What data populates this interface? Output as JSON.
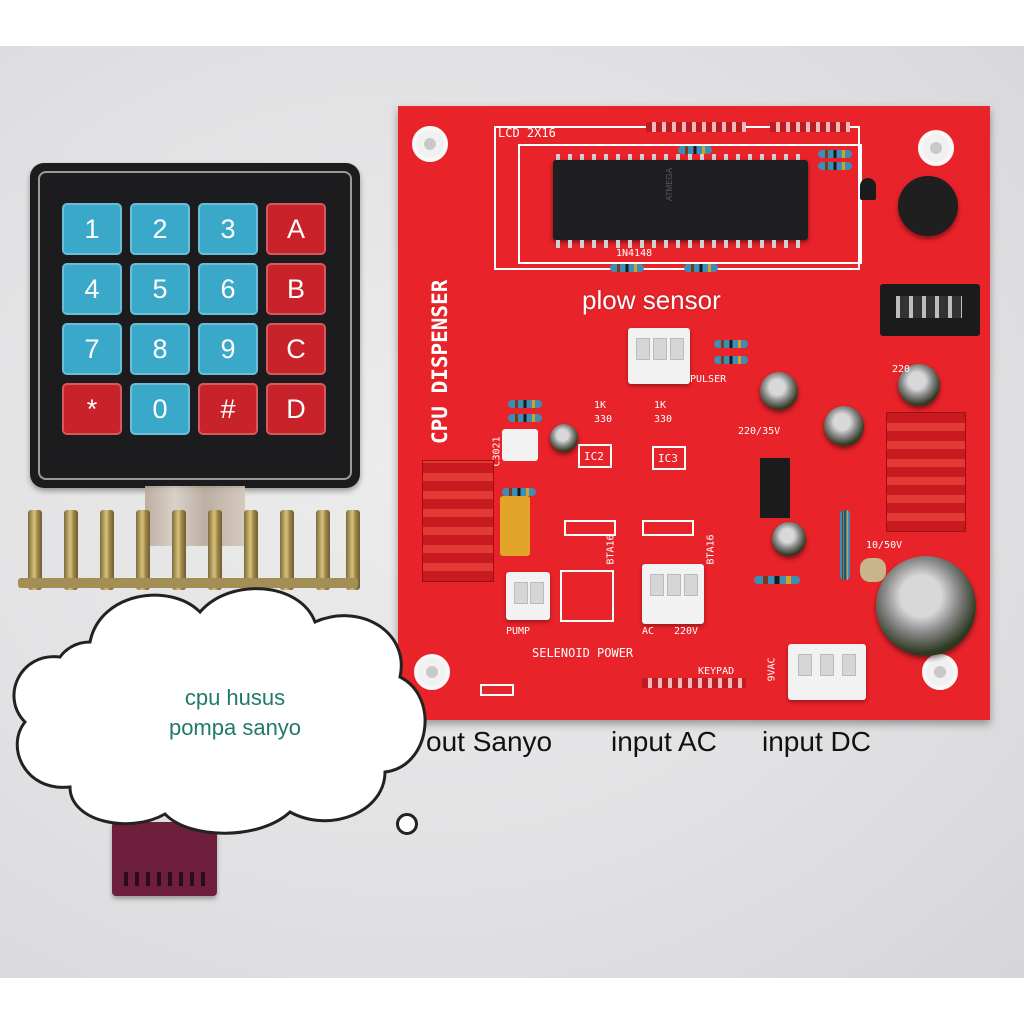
{
  "keypad": {
    "keys": [
      {
        "label": "1",
        "color": "blue"
      },
      {
        "label": "2",
        "color": "blue"
      },
      {
        "label": "3",
        "color": "blue"
      },
      {
        "label": "A",
        "color": "red"
      },
      {
        "label": "4",
        "color": "blue"
      },
      {
        "label": "5",
        "color": "blue"
      },
      {
        "label": "6",
        "color": "blue"
      },
      {
        "label": "B",
        "color": "red"
      },
      {
        "label": "7",
        "color": "blue"
      },
      {
        "label": "8",
        "color": "blue"
      },
      {
        "label": "9",
        "color": "blue"
      },
      {
        "label": "C",
        "color": "red"
      },
      {
        "label": "*",
        "color": "red"
      },
      {
        "label": "0",
        "color": "blue"
      },
      {
        "label": "#",
        "color": "red"
      },
      {
        "label": "D",
        "color": "red"
      }
    ]
  },
  "board": {
    "title": "CPU DISPENSER",
    "silkscreen": {
      "lcd": "LCD 2X16",
      "mcu": "ATMEGA",
      "diode": "1N4148",
      "pulser": "PULSER",
      "ic2": "IC2",
      "ic3": "IC3",
      "opto": "C3021",
      "cap_220_35v": "220/35V",
      "cap_220": "220",
      "cap_10_50v": "10/50V",
      "bta16_a": "BTA16",
      "bta16_b": "BTA16",
      "pump": "PUMP",
      "ac": "AC",
      "v220": "220V",
      "selenoid_power": "SELENOID POWER",
      "keypad": "KEYPAD",
      "svac": "9VAC",
      "res_1k": "1K",
      "res_330": "330"
    }
  },
  "annotations": {
    "plow_sensor": "plow sensor",
    "out_sanyo": "out Sanyo",
    "input_ac": "input AC",
    "input_dc": "input DC"
  },
  "cloud": {
    "line1": "cpu husus",
    "line2": "pompa sanyo"
  },
  "colors": {
    "board": "#e8232a",
    "key_blue": "#3aa8c9",
    "key_red": "#c8222a",
    "cloud_text": "#1f7a6a"
  }
}
